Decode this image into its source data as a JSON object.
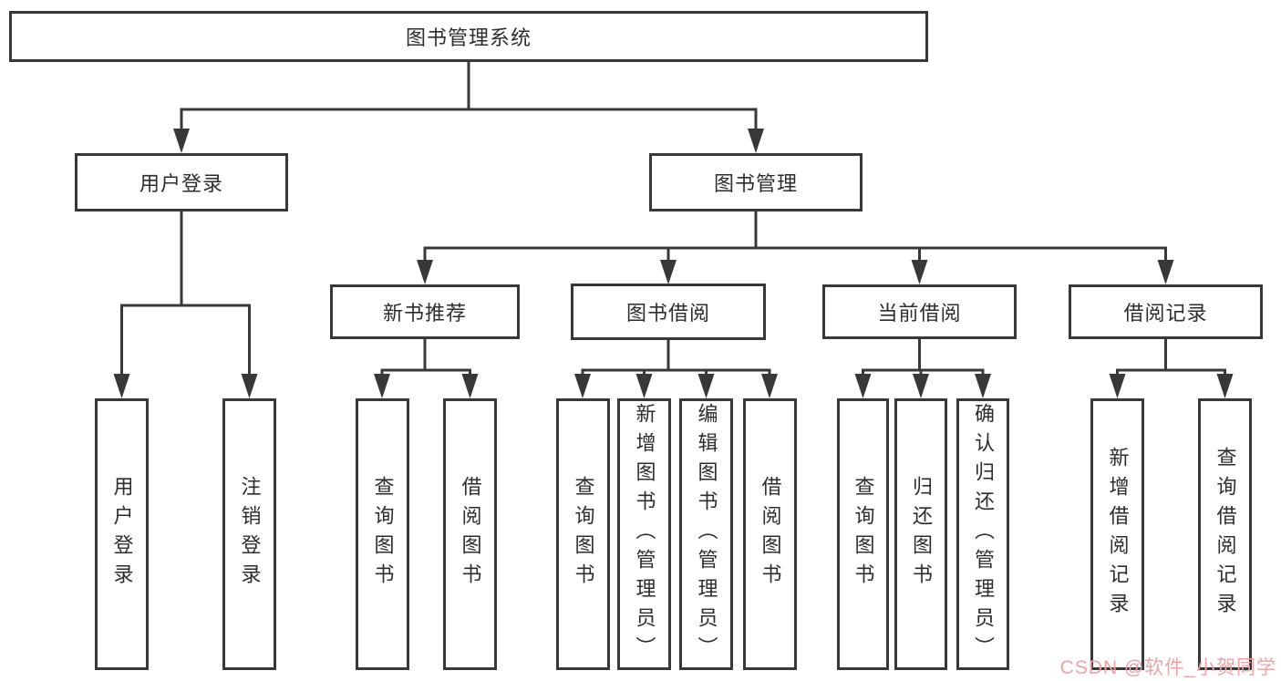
{
  "diagram": {
    "type": "hierarchy-tree",
    "watermark": "CSDN @软件_小贺同学",
    "colors": {
      "line": "#383838",
      "box_border": "#383838",
      "box_fill": "#ffffff",
      "text": "#2d2d2d",
      "watermark": "#f0a2a5",
      "background": "#ffffff"
    },
    "nodes": {
      "root": {
        "label": "图书管理系统"
      },
      "user_login": {
        "label": "用户登录"
      },
      "book_management": {
        "label": "图书管理"
      },
      "new_book_recommend": {
        "label": "新书推荐"
      },
      "book_borrow": {
        "label": "图书借阅"
      },
      "current_borrow": {
        "label": "当前借阅"
      },
      "borrow_records": {
        "label": "借阅记录"
      },
      "login": {
        "label": "用户登录"
      },
      "logout": {
        "label": "注销登录"
      },
      "nb_query_books": {
        "label": "查询图书"
      },
      "nb_borrow_books": {
        "label": "借阅图书"
      },
      "bb_query_books": {
        "label": "查询图书"
      },
      "bb_add_book_admin": {
        "label": "新增图书（管理员）"
      },
      "bb_edit_book_admin": {
        "label": "编辑图书（管理员）"
      },
      "bb_borrow_books": {
        "label": "借阅图书"
      },
      "cb_query_books": {
        "label": "查询图书"
      },
      "cb_return_books": {
        "label": "归还图书"
      },
      "cb_confirm_return_admin": {
        "label": "确认归还（管理员）"
      },
      "br_add_record": {
        "label": "新增借阅记录"
      },
      "br_query_record": {
        "label": "查询借阅记录"
      }
    },
    "edges": [
      [
        "root",
        "user_login"
      ],
      [
        "root",
        "book_management"
      ],
      [
        "user_login",
        "login"
      ],
      [
        "user_login",
        "logout"
      ],
      [
        "book_management",
        "new_book_recommend"
      ],
      [
        "book_management",
        "book_borrow"
      ],
      [
        "book_management",
        "current_borrow"
      ],
      [
        "book_management",
        "borrow_records"
      ],
      [
        "new_book_recommend",
        "nb_query_books"
      ],
      [
        "new_book_recommend",
        "nb_borrow_books"
      ],
      [
        "book_borrow",
        "bb_query_books"
      ],
      [
        "book_borrow",
        "bb_add_book_admin"
      ],
      [
        "book_borrow",
        "bb_edit_book_admin"
      ],
      [
        "book_borrow",
        "bb_borrow_books"
      ],
      [
        "current_borrow",
        "cb_query_books"
      ],
      [
        "current_borrow",
        "cb_return_books"
      ],
      [
        "current_borrow",
        "cb_confirm_return_admin"
      ],
      [
        "borrow_records",
        "br_add_record"
      ],
      [
        "borrow_records",
        "br_query_record"
      ]
    ]
  }
}
